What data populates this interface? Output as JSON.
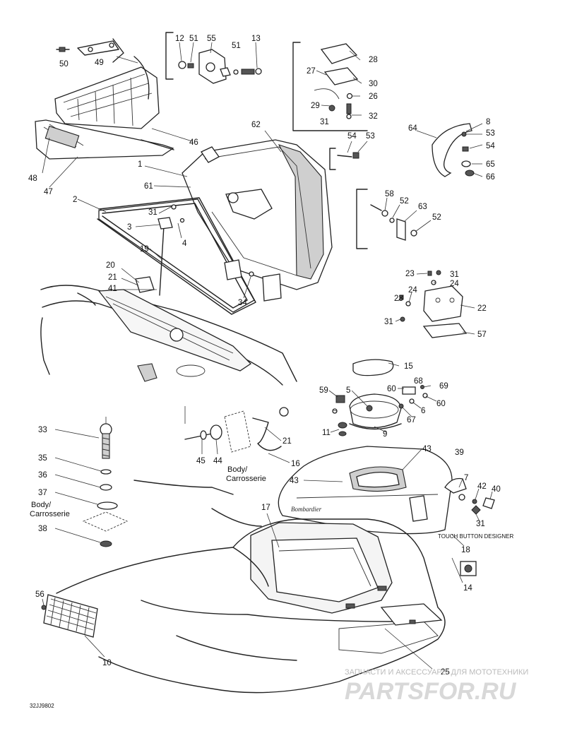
{
  "diagram": {
    "code": "32JJ9802",
    "brand_logo": "Bombardier",
    "decal_text": "TOUCH BUTTON DESIGNER",
    "body_label_1": "Body/",
    "body_label_1b": "Carrosserie",
    "body_label_2": "Body/",
    "body_label_2b": "Carrosserie",
    "watermark_line": "ЗАПЧАСТИ И АКСЕССУАРЫ ДЛЯ МОТОТЕХНИКИ",
    "watermark_site": "PARTSFOR.RU"
  },
  "callouts": [
    "12",
    "51",
    "55",
    "51",
    "13",
    "50",
    "49",
    "28",
    "27",
    "30",
    "26",
    "29",
    "32",
    "31",
    "62",
    "54",
    "53",
    "64",
    "8",
    "53",
    "54",
    "65",
    "66",
    "46",
    "48",
    "47",
    "1",
    "61",
    "2",
    "58",
    "52",
    "63",
    "52",
    "31",
    "3",
    "4",
    "19",
    "20",
    "21",
    "41",
    "34",
    "23",
    "31",
    "24",
    "23",
    "24",
    "31",
    "22",
    "57",
    "15",
    "59",
    "5",
    "68",
    "69",
    "60",
    "6",
    "60",
    "67",
    "9",
    "11",
    "33",
    "35",
    "36",
    "37",
    "38",
    "45",
    "44",
    "21",
    "16",
    "43",
    "39",
    "43",
    "7",
    "42",
    "40",
    "31",
    "18",
    "14",
    "17",
    "56",
    "10",
    "25"
  ]
}
